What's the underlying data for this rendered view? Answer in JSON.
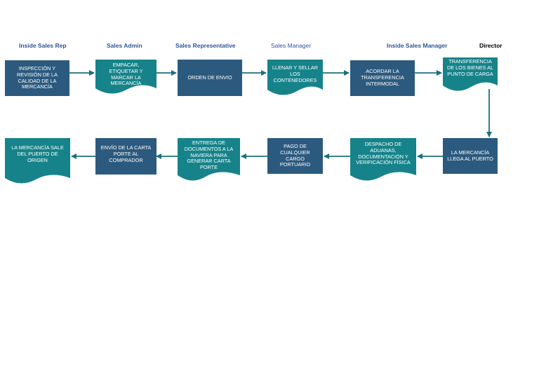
{
  "roles": [
    {
      "label": "Inside Sales Rep",
      "color": "#2f5597"
    },
    {
      "label": "Sales Admin",
      "color": "#2f5597"
    },
    {
      "label": "Sales Representative",
      "color": "#2f5597"
    },
    {
      "label": "Sales Manager",
      "color": "#2f5597"
    },
    {
      "label": "Inside Sales Manager",
      "color": "#2f5597"
    },
    {
      "label": "Director",
      "color": "#000000"
    }
  ],
  "steps": [
    {
      "id": "inspeccion",
      "label": "INSPECCIÓN Y REVISIÓN DE LA CALIDAD DE LA MERCANCÍA",
      "shape": "process"
    },
    {
      "id": "empacar",
      "label": "EMPACAR, ETIQUETAR Y MARCAR LA MERCANCÍA",
      "shape": "document"
    },
    {
      "id": "orden",
      "label": "ORDEN DE ENVIO",
      "shape": "process"
    },
    {
      "id": "llenar",
      "label": "LLENAR Y SELLAR LOS CONTENEDORES",
      "shape": "document"
    },
    {
      "id": "acordar",
      "label": "ACORDAR LA TRANSFERENCIA INTERMODAL",
      "shape": "process"
    },
    {
      "id": "transferencia",
      "label": "TRANSFERENCIA DE LOS BIENES AL PUNTO DE CARGA",
      "shape": "document"
    },
    {
      "id": "llega",
      "label": "LA MERCANCÍA LLEGA AL PUERTO",
      "shape": "process"
    },
    {
      "id": "despacho",
      "label": "DESPACHO DE ADUANAS, DOCUMENTACIÓN Y VERIFICACIÓN FÍSICA",
      "shape": "document"
    },
    {
      "id": "pago",
      "label": "PAGO DE CUALQUIER CARGO PORTUARIO",
      "shape": "process"
    },
    {
      "id": "entrega",
      "label": "ENTREGA DE DOCUMENTOS A LA NAVIERA PARA GENERAR CARTA PORTE",
      "shape": "document"
    },
    {
      "id": "envio",
      "label": "ENVÍO DE LA CARTA PORTE AL COMPRADOR",
      "shape": "process"
    },
    {
      "id": "sale",
      "label": "LA MERCANCÍA SALE DEL PUERTO DE ORIGEN",
      "shape": "document"
    }
  ],
  "flow": [
    [
      "inspeccion",
      "empacar"
    ],
    [
      "empacar",
      "orden"
    ],
    [
      "orden",
      "llenar"
    ],
    [
      "llenar",
      "acordar"
    ],
    [
      "acordar",
      "transferencia"
    ],
    [
      "transferencia",
      "llega"
    ],
    [
      "llega",
      "despacho"
    ],
    [
      "despacho",
      "pago"
    ],
    [
      "pago",
      "entrega"
    ],
    [
      "entrega",
      "envio"
    ],
    [
      "envio",
      "sale"
    ]
  ],
  "colors": {
    "process": "#2c5a7e",
    "document": "#16838a",
    "connector": "#1b6f7e"
  }
}
